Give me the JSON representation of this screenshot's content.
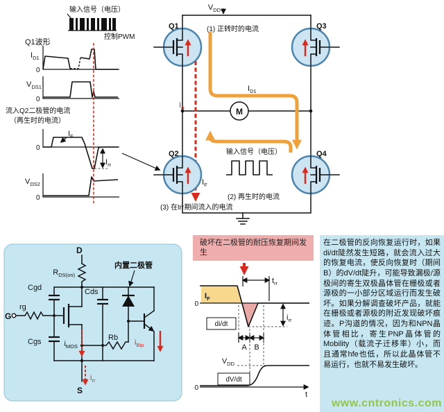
{
  "colors": {
    "mosfet_fill": "#cde4f2",
    "mosfet_stroke": "#4b84ad",
    "panel_blue": "#c6e7f2",
    "header_pink": "#efadad",
    "current_orange": "#f0a13a",
    "accent_red": "#d9291c",
    "highlight_yellow": "#f7d88c",
    "recovery_pink": "#e9a9a6",
    "watermark_green": "#8fc641"
  },
  "top_waveforms": {
    "input_signal_label": "输入信号（电压）",
    "control_pwm_label": "控制PWM",
    "q1_waveform_label": "Q1波形",
    "q2_diode_note_line1": "流入Q2二极管的电流",
    "q2_diode_note_line2": "（再生时的电流）",
    "zero": "0",
    "id1": {
      "base": "I",
      "sub": "D1"
    },
    "vds1": {
      "base": "V",
      "sub": "DS1"
    },
    "if": {
      "base": "I",
      "sub": "F"
    },
    "irr": {
      "base": "I",
      "sub": "rr"
    },
    "vds2": {
      "base": "V",
      "sub": "DS2"
    }
  },
  "bridge": {
    "vdd": {
      "base": "V",
      "sub": "DD"
    },
    "q1_label": "Q1",
    "q2_label": "Q2",
    "q3_label": "Q3",
    "q4_label": "Q4",
    "motor_label": "M",
    "forward_current_note": "(1) 正转时的电流",
    "regen_current_note": "(2) 再生时的电流",
    "trr_current_note": "(3) 在trr期间流入的电流",
    "input_signal_label": "输入信号（电压）",
    "id1": {
      "base": "I",
      "sub": "D1"
    },
    "irr": {
      "base": "I",
      "sub": "rr"
    },
    "if": {
      "base": "I",
      "sub": "F"
    }
  },
  "equivalent_circuit": {
    "drain_label": "D",
    "gate_label": "G",
    "source_label": "S",
    "rds_on": {
      "base": "R",
      "sub": "DS(on)"
    },
    "builtin_diode_label": "内置二极管",
    "cgd_label": "Cgd",
    "cds_label": "Cds",
    "cgs_label": "Cgs",
    "rg_label": "rg",
    "rb_label": "Rb",
    "imos": {
      "base": "i",
      "sub": "MOS"
    },
    "ibip": {
      "base": "i",
      "sub": "Bip"
    },
    "irr": {
      "base": "i",
      "sub": "rr"
    }
  },
  "recovery": {
    "header": "破坏在二极管的耐压恢复期间发生",
    "if": {
      "base": "I",
      "sub": "F"
    },
    "trr": {
      "base": "t",
      "sub": "rr"
    },
    "irr": {
      "base": "i",
      "sub": "rr"
    },
    "didt_label": "di/dt",
    "dvdt_label": "dV/dt",
    "vdd": {
      "base": "V",
      "sub": "DD"
    },
    "period_a_label": "A",
    "period_b_label": "B",
    "time_axis_label": "t",
    "zero": "0"
  },
  "description_text": "在二极管的反向恢复运行时，如果di/dt陡然发生短路，就会流入过大的恢复电流，使反向恢复时（期间B）的dV/dt陡升，可能导致漏极/源极间的寄生双极晶体管在栅极或者源极的一小部分区域运行而发生破坏。如果分解调查破坏产品，就能在栅极或者源极的附近发现破坏痕迹。P沟道的情况，因为和NPN晶体管相比，寄生PNP晶体管的Mobility（载流子迁移率）小，而且通常hfe也低，所以此晶体管不易运行，也就不易发生破坏。",
  "watermark_text": "www.cntronics.com"
}
